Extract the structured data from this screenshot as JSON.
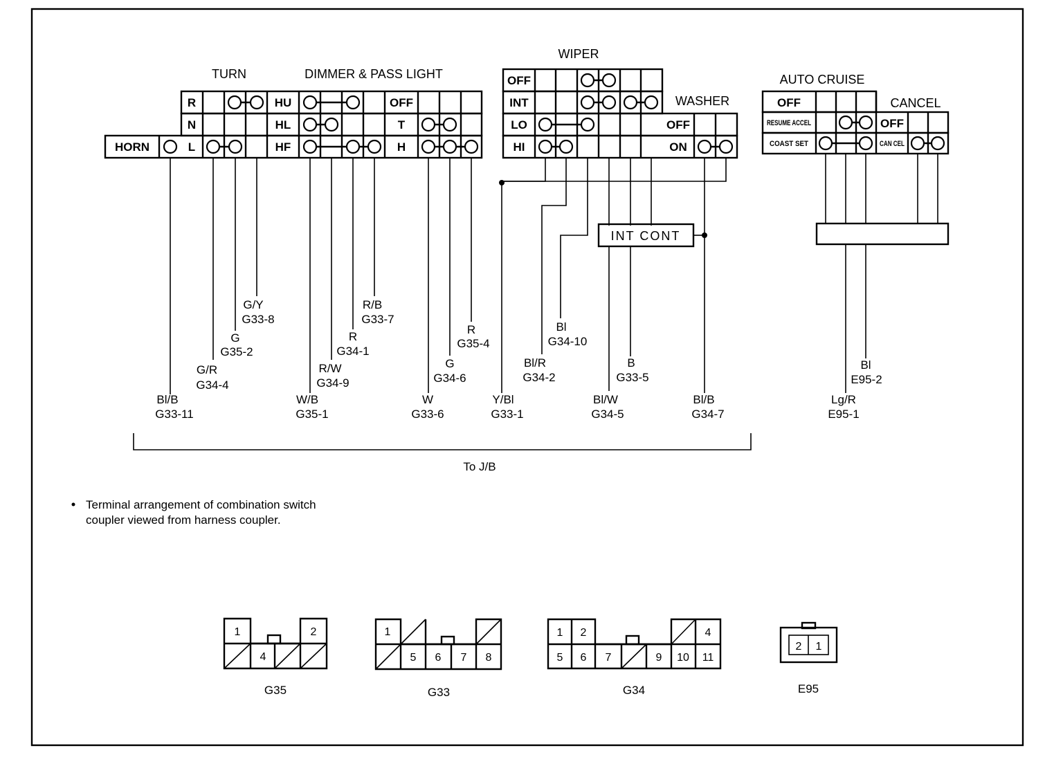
{
  "headers": {
    "turn": "TURN",
    "dimmer": "DIMMER & PASS LIGHT",
    "wiper": "WIPER",
    "washer": "WASHER",
    "auto_cruise": "AUTO CRUISE",
    "cancel": "CANCEL"
  },
  "rows": {
    "horn": "HORN",
    "r": "R",
    "n": "N",
    "l": "L",
    "hu": "HU",
    "hl": "HL",
    "hf": "HF",
    "off": "OFF",
    "t": "T",
    "h": "H",
    "wiper_off": "OFF",
    "int": "INT",
    "lo": "LO",
    "hi": "HI",
    "washer_off": "OFF",
    "washer_on": "ON",
    "cruise_off": "OFF",
    "resume_accel": "RESUME ACCEL",
    "coast_set": "COAST SET",
    "cancel_off": "OFF",
    "cancel_cancel": "CAN CEL"
  },
  "int_cont": "INT CONT",
  "wires": [
    {
      "color": "Bl/B",
      "pin": "G33-11"
    },
    {
      "color": "G/R",
      "pin": "G34-4"
    },
    {
      "color": "G",
      "pin": "G35-2"
    },
    {
      "color": "G/Y",
      "pin": "G33-8"
    },
    {
      "color": "W/B",
      "pin": "G35-1"
    },
    {
      "color": "R/W",
      "pin": "G34-9"
    },
    {
      "color": "R",
      "pin": "G34-1"
    },
    {
      "color": "R/B",
      "pin": "G33-7"
    },
    {
      "color": "W",
      "pin": "G33-6"
    },
    {
      "color": "G",
      "pin": "G34-6"
    },
    {
      "color": "R",
      "pin": "G35-4"
    },
    {
      "color": "Y/Bl",
      "pin": "G33-1"
    },
    {
      "color": "Bl/R",
      "pin": "G34-2"
    },
    {
      "color": "Bl",
      "pin": "G34-10"
    },
    {
      "color": "Bl/W",
      "pin": "G34-5"
    },
    {
      "color": "B",
      "pin": "G33-5"
    },
    {
      "color": "Bl/B",
      "pin": "G34-7"
    },
    {
      "color": "Lg/R",
      "pin": "E95-1"
    },
    {
      "color": "Bl",
      "pin": "E95-2"
    }
  ],
  "to_jb": "To J/B",
  "note_line1": "Terminal arrangement of combination switch",
  "note_line2": "coupler viewed from harness coupler.",
  "connectors": {
    "g35": {
      "name": "G35",
      "pins": [
        "1",
        "2",
        "4"
      ]
    },
    "g33": {
      "name": "G33",
      "pins": [
        "1",
        "5",
        "6",
        "7",
        "8"
      ]
    },
    "g34": {
      "name": "G34",
      "pins": [
        "1",
        "2",
        "4",
        "5",
        "6",
        "7",
        "9",
        "10",
        "11"
      ]
    },
    "e95": {
      "name": "E95",
      "pins": [
        "2",
        "1"
      ]
    }
  }
}
